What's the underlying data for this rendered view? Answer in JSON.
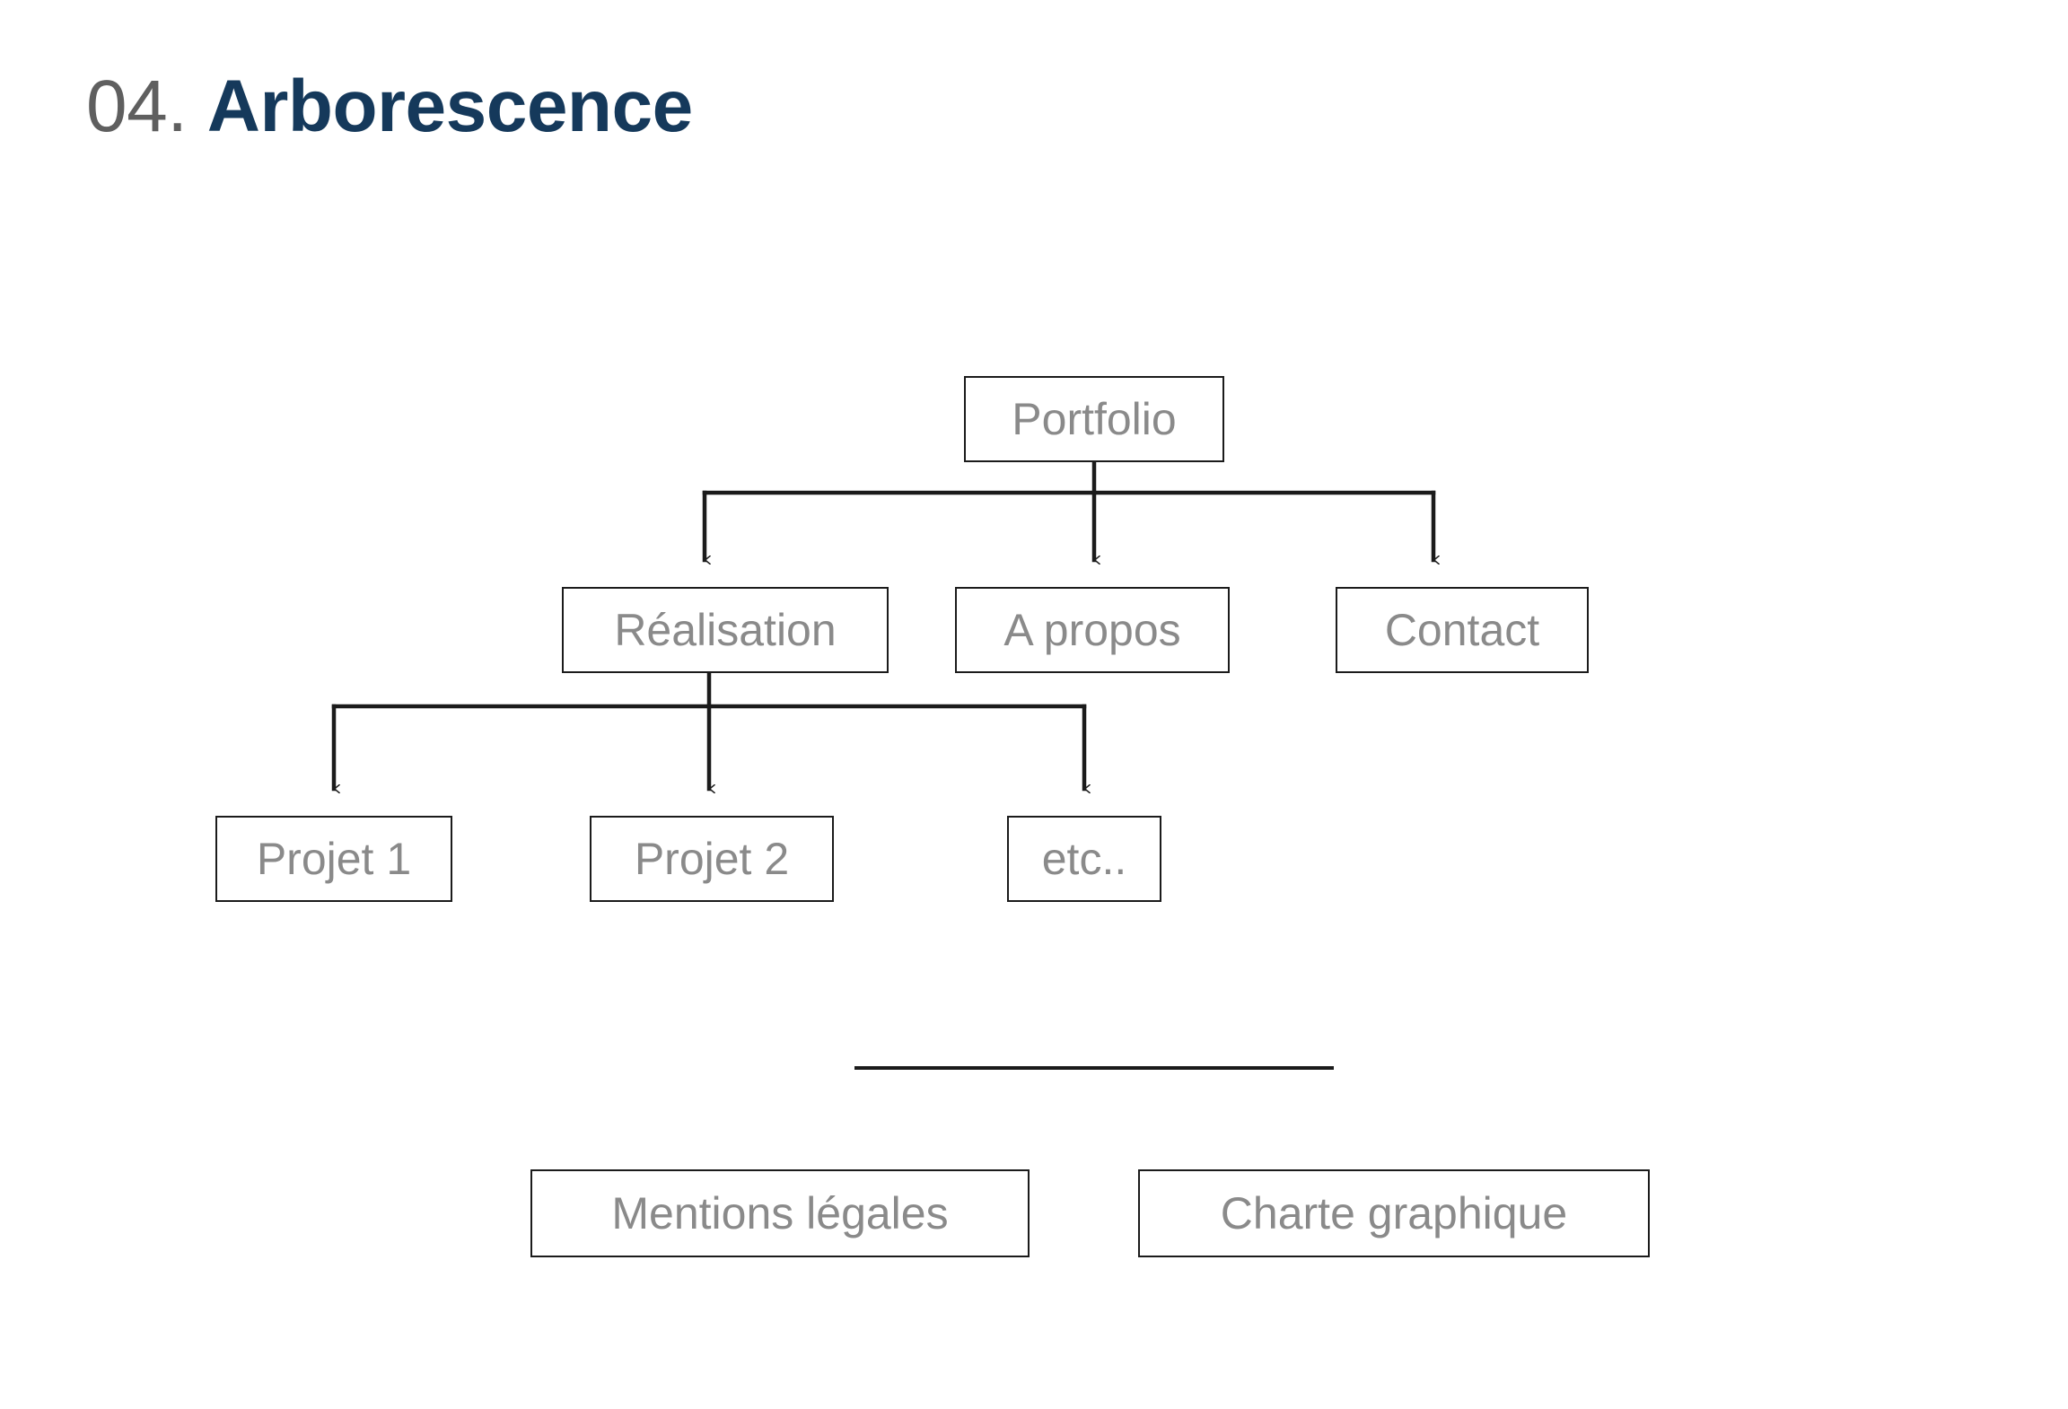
{
  "page": {
    "title_number": "04.",
    "title_main": "Arborescence",
    "background_color": "#ffffff",
    "title_number_color": "#5f5f5f",
    "title_main_color": "#15395b",
    "node_text_color": "#8a8a8a",
    "node_border_color": "#1b1b1b",
    "connector_color": "#1b1b1b"
  },
  "sitemap": {
    "root": {
      "label": "Portfolio"
    },
    "level2": [
      {
        "label": "Réalisation"
      },
      {
        "label": "A propos"
      },
      {
        "label": "Contact"
      }
    ],
    "level3": [
      {
        "label": "Projet 1"
      },
      {
        "label": "Projet 2"
      },
      {
        "label": "etc.."
      }
    ],
    "footer": [
      {
        "label": "Mentions légales"
      },
      {
        "label": "Charte graphique"
      }
    ]
  },
  "chart_data": {
    "type": "diagram",
    "diagram_kind": "tree-sitemap",
    "title": "04. Arborescence",
    "nodes": [
      {
        "id": "portfolio",
        "label": "Portfolio",
        "level": 1
      },
      {
        "id": "realisation",
        "label": "Réalisation",
        "level": 2
      },
      {
        "id": "apropos",
        "label": "A propos",
        "level": 2
      },
      {
        "id": "contact",
        "label": "Contact",
        "level": 2
      },
      {
        "id": "projet1",
        "label": "Projet 1",
        "level": 3
      },
      {
        "id": "projet2",
        "label": "Projet 2",
        "level": 3
      },
      {
        "id": "etc",
        "label": "etc..",
        "level": 3
      },
      {
        "id": "mentions",
        "label": "Mentions légales",
        "level": "footer"
      },
      {
        "id": "charte",
        "label": "Charte graphique",
        "level": "footer"
      }
    ],
    "edges": [
      {
        "from": "portfolio",
        "to": "realisation",
        "style": "orthogonal-arrow"
      },
      {
        "from": "portfolio",
        "to": "apropos",
        "style": "orthogonal-arrow"
      },
      {
        "from": "portfolio",
        "to": "contact",
        "style": "orthogonal-arrow"
      },
      {
        "from": "realisation",
        "to": "projet1",
        "style": "orthogonal-arrow"
      },
      {
        "from": "realisation",
        "to": "projet2",
        "style": "orthogonal-arrow"
      },
      {
        "from": "realisation",
        "to": "etc",
        "style": "orthogonal-arrow"
      }
    ],
    "separator": {
      "present": true,
      "orientation": "horizontal"
    }
  }
}
